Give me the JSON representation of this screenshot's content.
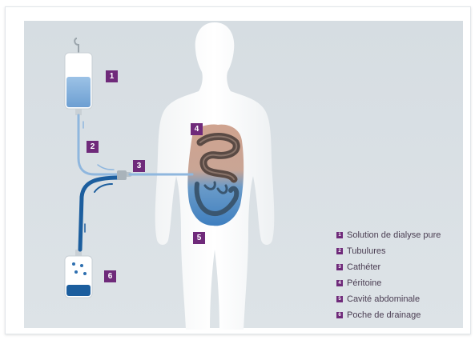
{
  "diagram": {
    "markers": [
      "1",
      "2",
      "3",
      "4",
      "5",
      "6"
    ],
    "legend": [
      {
        "num": "1",
        "label": "Solution de dialyse pure"
      },
      {
        "num": "2",
        "label": "Tubulures"
      },
      {
        "num": "3",
        "label": "Cathéter"
      },
      {
        "num": "4",
        "label": "Péritoine"
      },
      {
        "num": "5",
        "label": "Cavité abdominale"
      },
      {
        "num": "6",
        "label": "Poche de drainage"
      }
    ],
    "colors": {
      "marker": "#6f2a7a",
      "clean_solution": "#7fb0de",
      "drainage": "#1c5e9e",
      "peritoneum": "#c7a08e",
      "intestines": "#5a4a44"
    }
  }
}
